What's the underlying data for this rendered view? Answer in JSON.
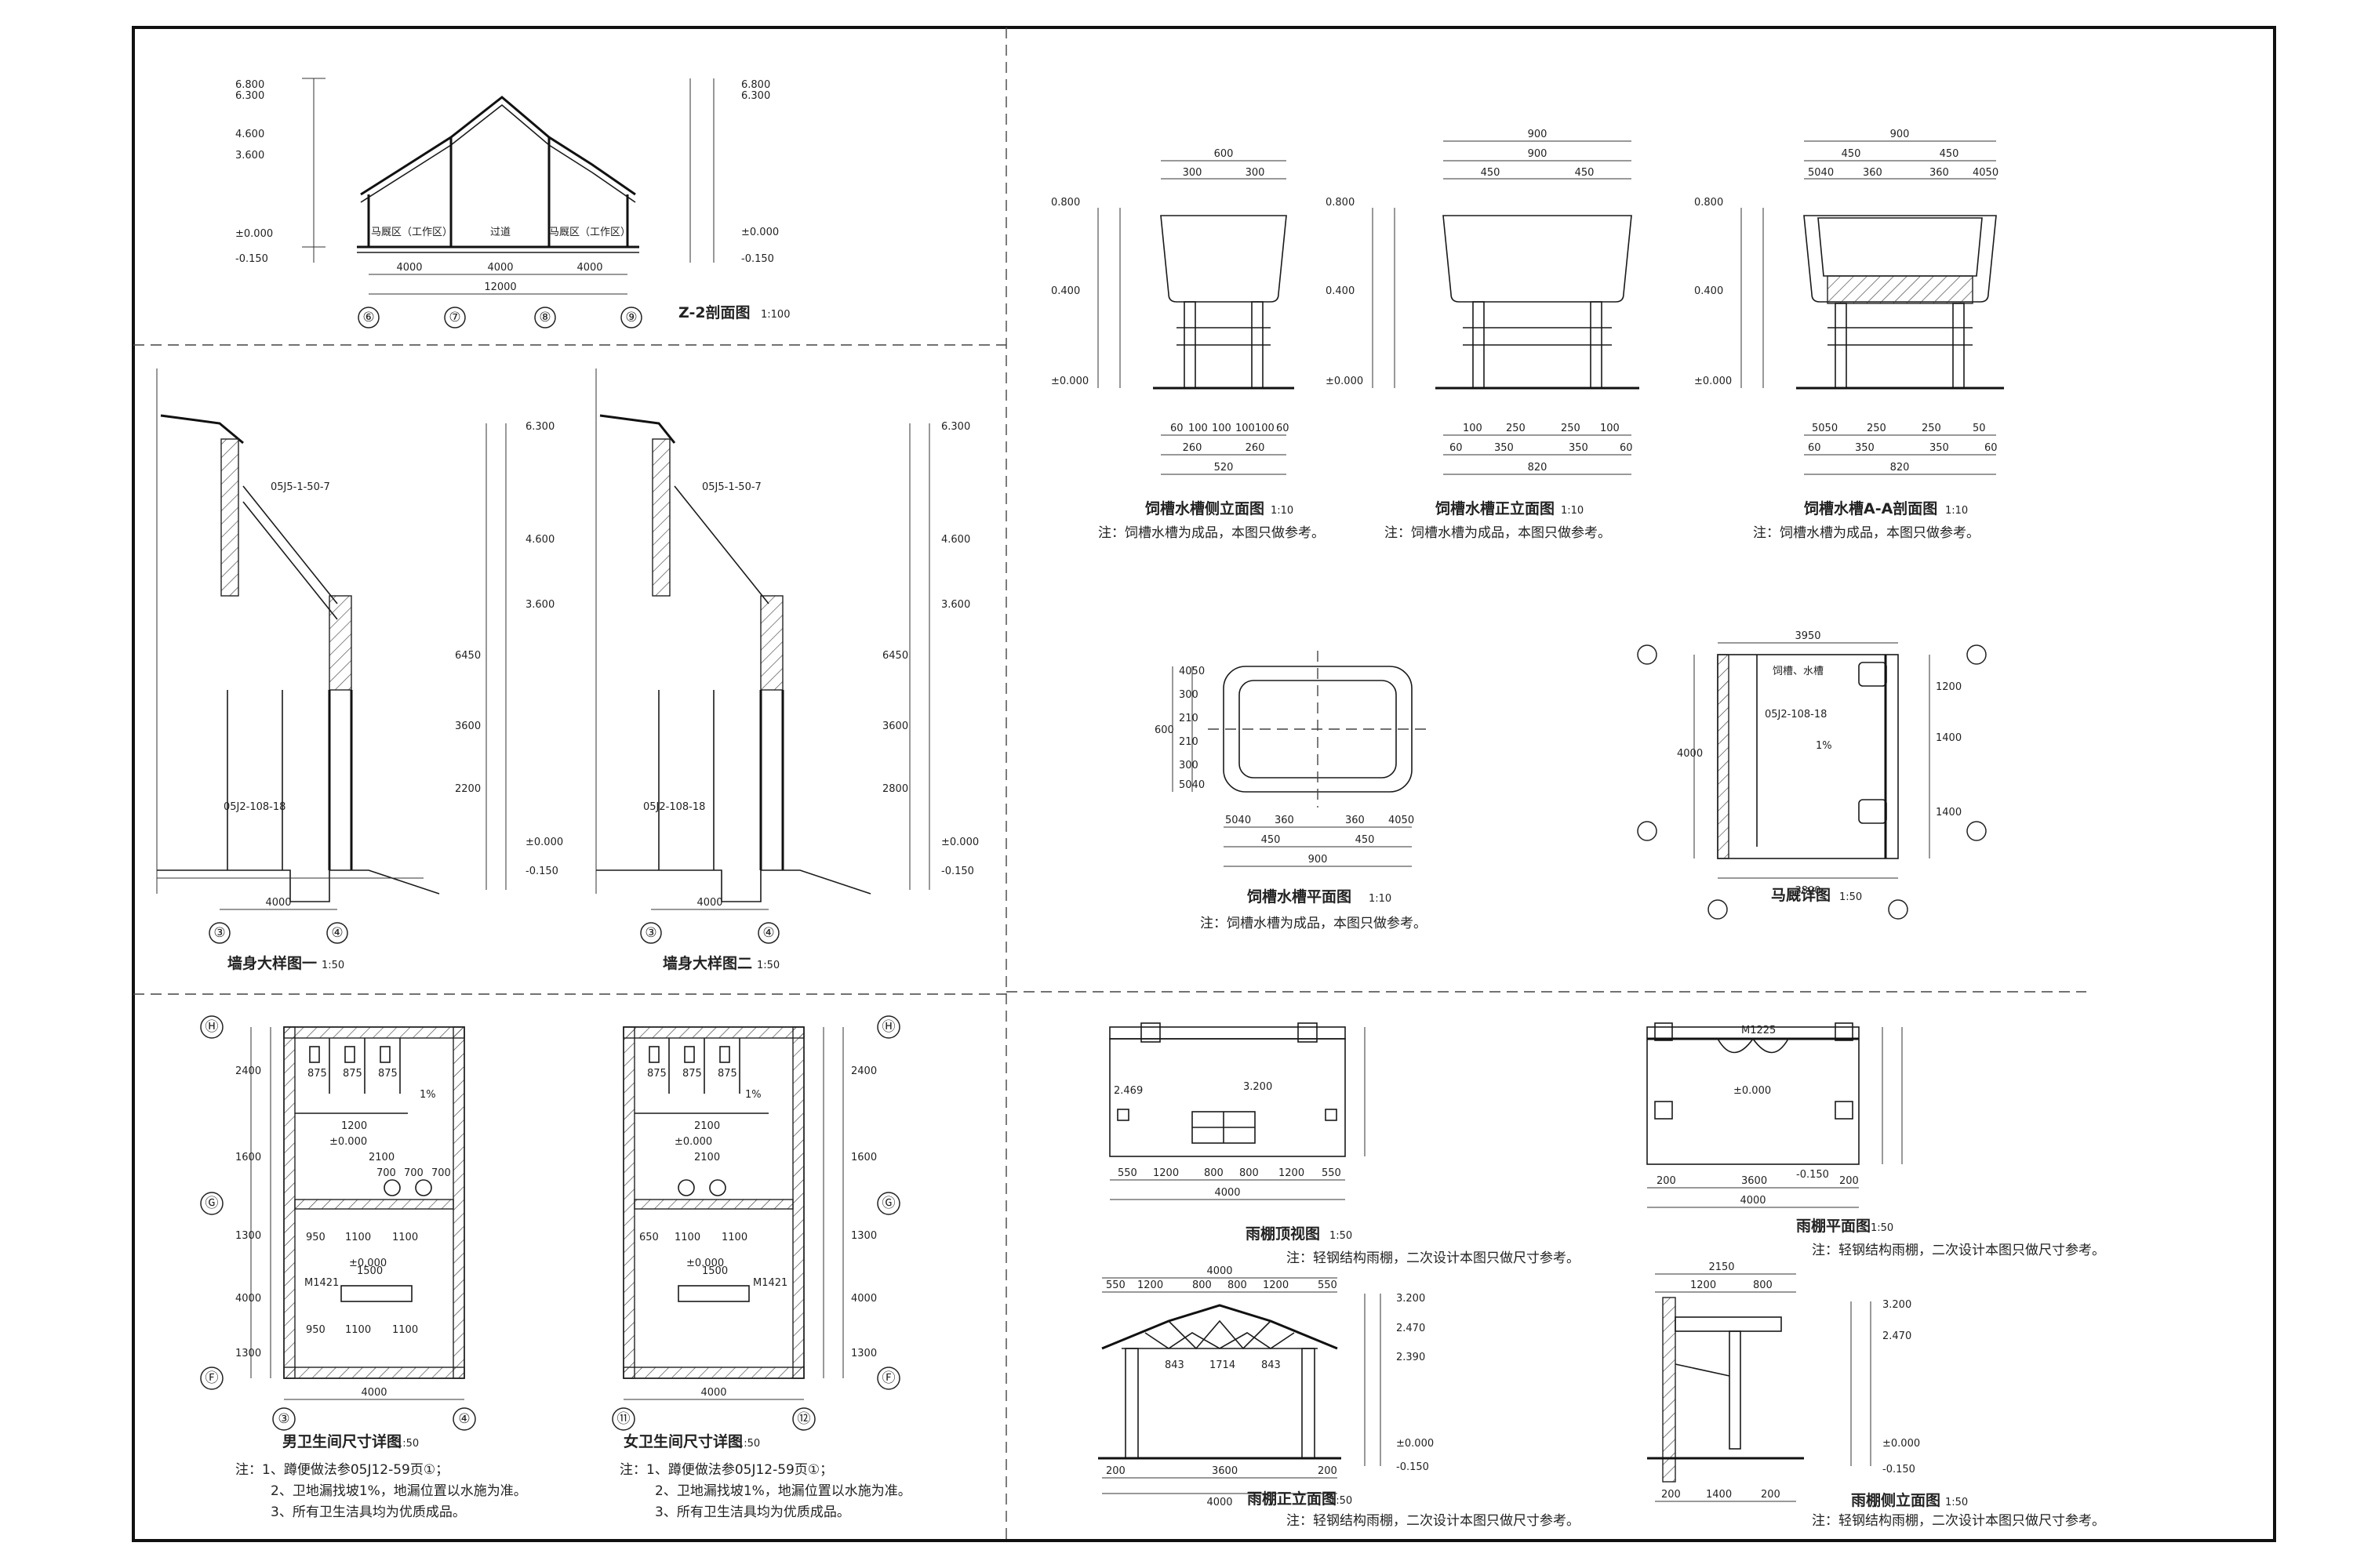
{
  "sections": {
    "z2": {
      "title": "Z-2剖面图",
      "scale": "1:100",
      "levels": [
        "6.800",
        "6.300",
        "4.600",
        "3.600",
        "±0.000",
        "-0.150"
      ],
      "room_labels": [
        "马厩区（工作区）",
        "过道",
        "马厩区（工作区）"
      ],
      "dims": [
        "4000",
        "4000",
        "4000",
        "12000"
      ],
      "axes": [
        "⑥",
        "⑦",
        "⑧",
        "⑨"
      ]
    },
    "wall1": {
      "title": "墙身大样图一",
      "scale": "1:50",
      "axes": [
        "③",
        "④"
      ],
      "dims": [
        "4000",
        "6450",
        "3600",
        "2200"
      ],
      "levels": [
        "6.300",
        "4.600",
        "3.600",
        "±0.000",
        "-0.150"
      ],
      "notes": [
        "05J5-1-50-7",
        "05J2-108-18"
      ]
    },
    "wall2": {
      "title": "墙身大样图二",
      "scale": "1:50",
      "axes": [
        "③",
        "④"
      ],
      "dims": [
        "4000",
        "6450",
        "3600",
        "2800"
      ],
      "levels": [
        "6.300",
        "4.600",
        "3.600",
        "±0.000",
        "-0.150"
      ],
      "notes": [
        "05J5-1-50-7",
        "05J2-108-18"
      ]
    },
    "trough_side": {
      "title": "饲槽水槽侧立面图",
      "scale": "1:10",
      "note": "注：饲槽水槽为成品，本图只做参考。",
      "top_dims": [
        "600",
        "300",
        "300"
      ],
      "bottom_dims": [
        "60",
        "100",
        "100",
        "100",
        "100",
        "60",
        "260",
        "260",
        "520"
      ],
      "levels": [
        "0.800",
        "0.400",
        "±0.000"
      ]
    },
    "trough_front": {
      "title": "饲槽水槽正立面图",
      "scale": "1:10",
      "note": "注：饲槽水槽为成品，本图只做参考。",
      "top_dims": [
        "900",
        "900",
        "450",
        "450"
      ],
      "bottom_dims": [
        "100",
        "250",
        "250",
        "100",
        "60",
        "350",
        "350",
        "60",
        "820"
      ],
      "levels": [
        "0.800",
        "0.400",
        "±0.000"
      ]
    },
    "trough_section": {
      "title": "饲槽水槽A-A剖面图",
      "scale": "1:10",
      "note": "注：饲槽水槽为成品，本图只做参考。",
      "top_dims": [
        "900",
        "450",
        "450",
        "5040",
        "360",
        "360",
        "4050"
      ],
      "bottom_dims": [
        "5050",
        "250",
        "250",
        "50",
        "60",
        "350",
        "350",
        "60",
        "820"
      ],
      "levels": [
        "0.800",
        "0.400",
        "±0.000"
      ]
    },
    "trough_plan": {
      "title": "饲槽水槽平面图",
      "scale": "1:10",
      "note": "注：饲槽水槽为成品，本图只做参考。",
      "dims_bottom": [
        "5040",
        "360",
        "360",
        "4050",
        "450",
        "450",
        "900"
      ],
      "dims_side": [
        "4050",
        "300",
        "210",
        "600",
        "210",
        "300",
        "5040"
      ]
    },
    "stall": {
      "title": "马厩详图",
      "scale": "1:50",
      "dims": [
        "3950",
        "3800",
        "4000",
        "1200",
        "1400",
        "1400"
      ],
      "notes": [
        "饲槽、水槽",
        "05J2-108-18",
        "1%"
      ]
    },
    "canopy_top": {
      "title": "雨棚顶视图",
      "scale": "1:50",
      "note": "注：轻钢结构雨棚，二次设计本图只做尺寸参考。",
      "levels": [
        "2.469",
        "3.200"
      ],
      "dims": [
        "550",
        "1200",
        "800",
        "800",
        "1200",
        "550",
        "4000"
      ]
    },
    "canopy_plan": {
      "title": "雨棚平面图",
      "scale": "1:50",
      "note": "注：轻钢结构雨棚，二次设计本图只做尺寸参考。",
      "levels": [
        "±0.000",
        "-0.150"
      ],
      "dims": [
        "200",
        "3600",
        "200",
        "4000"
      ],
      "door": "M1225"
    },
    "canopy_front": {
      "title": "雨棚正立面图",
      "scale": "1:50",
      "note": "注：轻钢结构雨棚，二次设计本图只做尺寸参考。",
      "top_dims": [
        "4000",
        "550",
        "1200",
        "800",
        "800",
        "1200",
        "550"
      ],
      "mid_dims": [
        "843",
        "1714",
        "843"
      ],
      "bottom_dims": [
        "200",
        "3600",
        "200",
        "4000"
      ],
      "levels": [
        "3.200",
        "2.470",
        "2.390",
        "±0.000",
        "-0.150"
      ]
    },
    "canopy_side": {
      "title": "雨棚侧立面图",
      "scale": "1:50",
      "note": "注：轻钢结构雨棚，二次设计本图只做尺寸参考。",
      "top_dims": [
        "2150",
        "1200",
        "800"
      ],
      "bottom_dims": [
        "200",
        "1400",
        "200"
      ],
      "levels": [
        "3.200",
        "2.470",
        "±0.000",
        "-0.150"
      ]
    },
    "male_wc": {
      "title": "男卫生间尺寸详图",
      "scale": "1:50",
      "axes": [
        "Ⓗ",
        "Ⓖ",
        "Ⓕ",
        "③",
        "④"
      ],
      "dims_left": [
        "2400",
        "1600",
        "1300",
        "4000",
        "1300"
      ],
      "dims_inner": [
        "875",
        "875",
        "875",
        "1200",
        "2100",
        "700",
        "700",
        "700",
        "950",
        "1100",
        "1100",
        "1500",
        "950",
        "1100",
        "1100"
      ],
      "bottom": "4000",
      "door": "M1421",
      "floor_level": "±0.000",
      "slope": "1%",
      "notes": [
        "注：1、蹲便做法参05J12-59页①；",
        "2、卫地漏找坡1%，地漏位置以水施为准。",
        "3、所有卫生洁具均为优质成品。"
      ]
    },
    "female_wc": {
      "title": "女卫生间尺寸详图",
      "scale": "1:50",
      "axes": [
        "Ⓗ",
        "Ⓖ",
        "Ⓕ",
        "⑪",
        "⑫"
      ],
      "dims_right": [
        "2400",
        "1600",
        "1300",
        "4000",
        "1300"
      ],
      "dims_inner": [
        "875",
        "875",
        "875",
        "2100",
        "2100",
        "1100",
        "1100",
        "650",
        "1500"
      ],
      "bottom": "4000",
      "door": "M1421",
      "floor_level": "±0.000",
      "slope": "1%",
      "notes": [
        "注：1、蹲便做法参05J12-59页①；",
        "2、卫地漏找坡1%，地漏位置以水施为准。",
        "3、所有卫生洁具均为优质成品。"
      ]
    }
  }
}
